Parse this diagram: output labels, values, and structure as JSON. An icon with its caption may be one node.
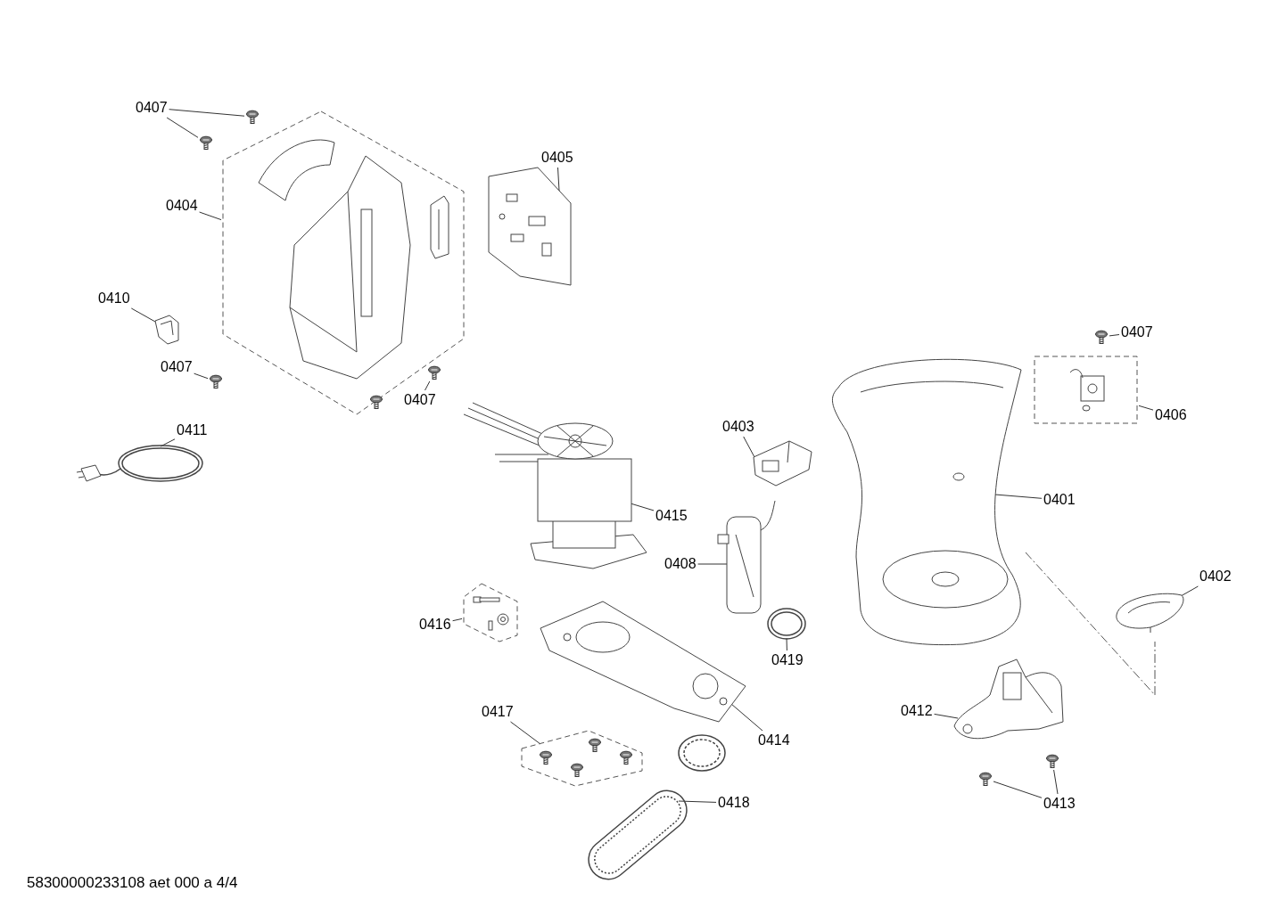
{
  "diagram": {
    "nodes": [
      {
        "text": [
          "0407"
        ]
      },
      {
        "text": [],
        "shape": "picture"
      },
      {
        "text": [],
        "shape": "picture"
      },
      {
        "text": [
          "0405"
        ]
      },
      {
        "text": [],
        "shape": "picture"
      },
      {
        "text": [
          "0404"
        ]
      },
      {
        "text": [],
        "shape": "box"
      },
      {
        "text": [
          "0410"
        ]
      },
      {
        "text": [],
        "shape": "picture"
      },
      {
        "text": [
          "0407"
        ]
      },
      {
        "text": [],
        "shape": "picture"
      },
      {
        "text": [
          "0407"
        ]
      },
      {
        "text": [],
        "shape": "picture",
        "in": 6
      },
      {
        "text": [
          "0407"
        ]
      },
      {
        "text": [],
        "shape": "picture"
      },
      {
        "text": [
          "0406"
        ]
      },
      {
        "text": [],
        "shape": "box"
      },
      {
        "text": [
          "0403"
        ]
      },
      {
        "text": [],
        "shape": "picture"
      },
      {
        "text": [
          "0411"
        ]
      },
      {
        "text": [],
        "shape": "picture"
      },
      {
        "text": [
          "0415"
        ]
      },
      {
        "text": [],
        "shape": "picture"
      },
      {
        "text": [
          "0401"
        ]
      },
      {
        "text": [],
        "shape": "picture"
      },
      {
        "text": [
          "0408"
        ]
      },
      {
        "text": [],
        "shape": "picture"
      },
      {
        "text": [
          "0402"
        ]
      },
      {
        "text": [],
        "shape": "picture"
      },
      {
        "text": [
          "0416"
        ]
      },
      {
        "text": [],
        "shape": "box"
      },
      {
        "text": [
          "0419"
        ]
      },
      {
        "text": [],
        "shape": "picture"
      },
      {
        "text": [
          "0417"
        ]
      },
      {
        "text": [],
        "shape": "box"
      },
      {
        "text": [
          "0412"
        ]
      },
      {
        "text": [],
        "shape": "picture"
      },
      {
        "text": [
          "0414"
        ]
      },
      {
        "text": [],
        "shape": "picture"
      },
      {
        "text": [
          "0413"
        ]
      },
      {
        "text": [],
        "shape": "picture"
      },
      {
        "text": [],
        "shape": "picture"
      },
      {
        "text": [
          "0418"
        ]
      },
      {
        "text": [],
        "shape": "picture"
      }
    ],
    "edges": [
      {
        "from": 0,
        "to": 1,
        "arrow": "none"
      },
      {
        "from": 0,
        "to": 2,
        "arrow": "none"
      },
      {
        "from": 3,
        "to": 4,
        "arrow": "none"
      },
      {
        "from": 5,
        "to": 6,
        "arrow": "none"
      },
      {
        "from": 7,
        "to": 8,
        "arrow": "none"
      },
      {
        "from": 9,
        "to": 10,
        "arrow": "none"
      },
      {
        "from": 11,
        "to": 12,
        "arrow": "none"
      },
      {
        "from": 13,
        "to": 14,
        "arrow": "none"
      },
      {
        "from": 15,
        "to": 16,
        "arrow": "none"
      },
      {
        "from": 17,
        "to": 18,
        "arrow": "none"
      },
      {
        "from": 19,
        "to": 20,
        "arrow": "none"
      },
      {
        "from": 21,
        "to": 22,
        "arrow": "none"
      },
      {
        "from": 23,
        "to": 24,
        "arrow": "none"
      },
      {
        "from": 25,
        "to": 26,
        "arrow": "none"
      },
      {
        "from": 27,
        "to": 28,
        "arrow": "none"
      },
      {
        "from": 29,
        "to": 30,
        "arrow": "none"
      },
      {
        "from": 31,
        "to": 32,
        "arrow": "none"
      },
      {
        "from": 33,
        "to": 34,
        "arrow": "none"
      },
      {
        "from": 35,
        "to": 36,
        "arrow": "none"
      },
      {
        "from": 37,
        "to": 38,
        "arrow": "none"
      },
      {
        "from": 39,
        "to": 40,
        "arrow": "none"
      },
      {
        "from": 39,
        "to": 41,
        "arrow": "none"
      },
      {
        "from": 42,
        "to": 43,
        "arrow": "none"
      }
    ],
    "labels": [
      "58300000233108 aet 000 a 4/4"
    ]
  }
}
